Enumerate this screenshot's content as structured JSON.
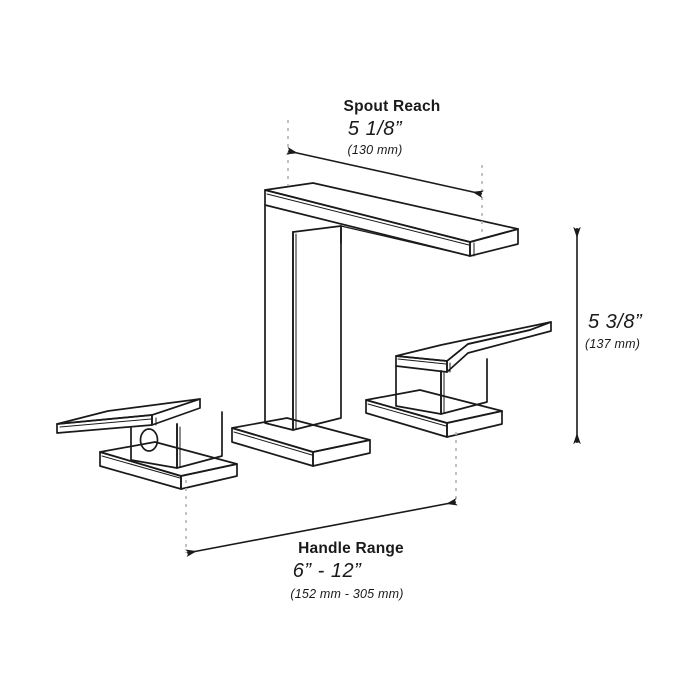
{
  "diagram": {
    "subject": "widespread bathroom faucet dimension drawing",
    "background_color": "#ffffff",
    "line_color": "#1a1a1a",
    "guide_color": "#b3b3b3",
    "parts": [
      "left-handle-lever",
      "left-handle-body",
      "left-handle-base-plate",
      "spout-arm",
      "spout-column",
      "spout-base-plate",
      "right-handle-lever",
      "right-handle-body",
      "right-handle-base-plate"
    ]
  },
  "dimensions": {
    "spout_reach": {
      "title": "Spout Reach",
      "value_imperial": "5 1/8”",
      "value_metric": "(130 mm)"
    },
    "height": {
      "title": "",
      "value_imperial": "5 3/8”",
      "value_metric": "(137 mm)"
    },
    "handle_range": {
      "title": "Handle Range",
      "value_imperial": "6” - 12”",
      "value_metric": "(152 mm - 305 mm)"
    }
  }
}
